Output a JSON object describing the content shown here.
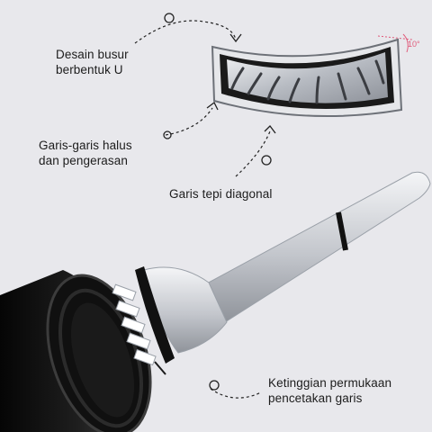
{
  "labels": {
    "u_bow": [
      "Desain busur",
      "berbentuk U"
    ],
    "fine_lines": [
      "Garis-garis halus",
      "dan pengerasan"
    ],
    "diagonal_edge": "Garis tepi diagonal",
    "print_height": [
      "Ketinggian permukaan",
      "pencetakan garis"
    ]
  },
  "angle_label": "10°",
  "colors": {
    "background": "#e8e8ec",
    "accent_angle": "#e05a7a",
    "metal": "#c9ccd1",
    "black_part": "#141414"
  }
}
